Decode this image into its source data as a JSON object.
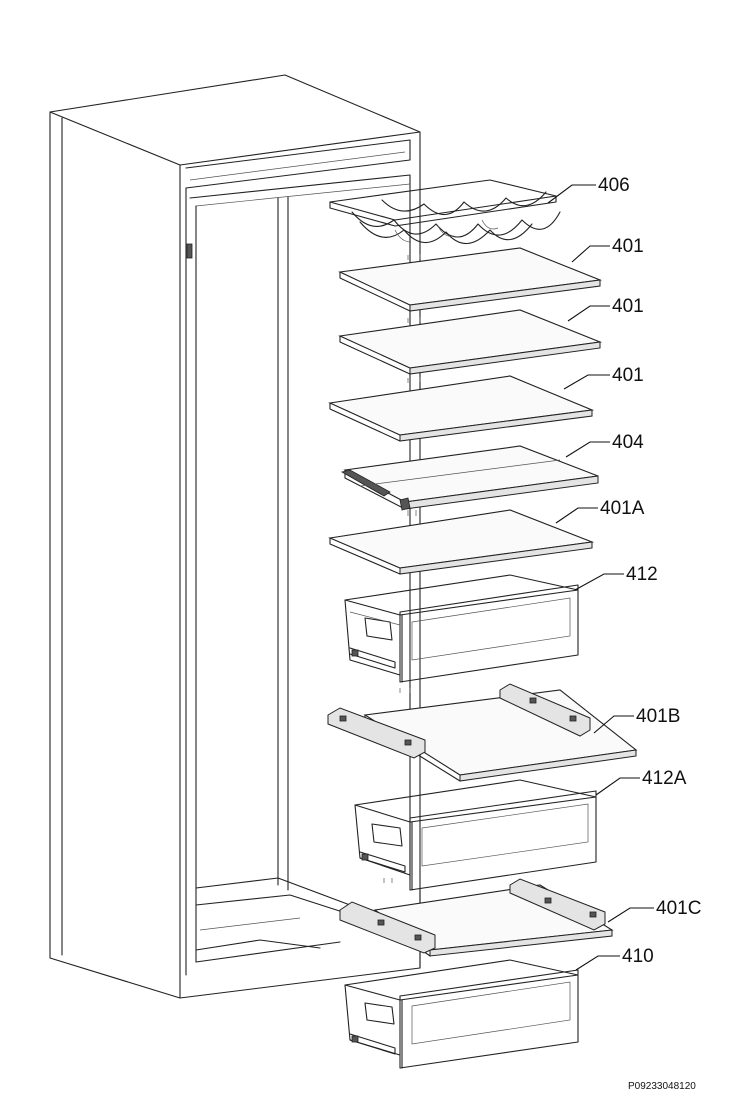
{
  "parts": [
    {
      "id": "wine-rack",
      "label": "406"
    },
    {
      "id": "shelf-1",
      "label": "401"
    },
    {
      "id": "shelf-2",
      "label": "401"
    },
    {
      "id": "shelf-3",
      "label": "401"
    },
    {
      "id": "shelf-4",
      "label": "404"
    },
    {
      "id": "shelf-5",
      "label": "401A"
    },
    {
      "id": "drawer-1",
      "label": "412"
    },
    {
      "id": "shelf-6",
      "label": "401B"
    },
    {
      "id": "drawer-2",
      "label": "412A"
    },
    {
      "id": "shelf-7",
      "label": "401C"
    },
    {
      "id": "drawer-3",
      "label": "410"
    }
  ],
  "reference_code": "P09233048120"
}
